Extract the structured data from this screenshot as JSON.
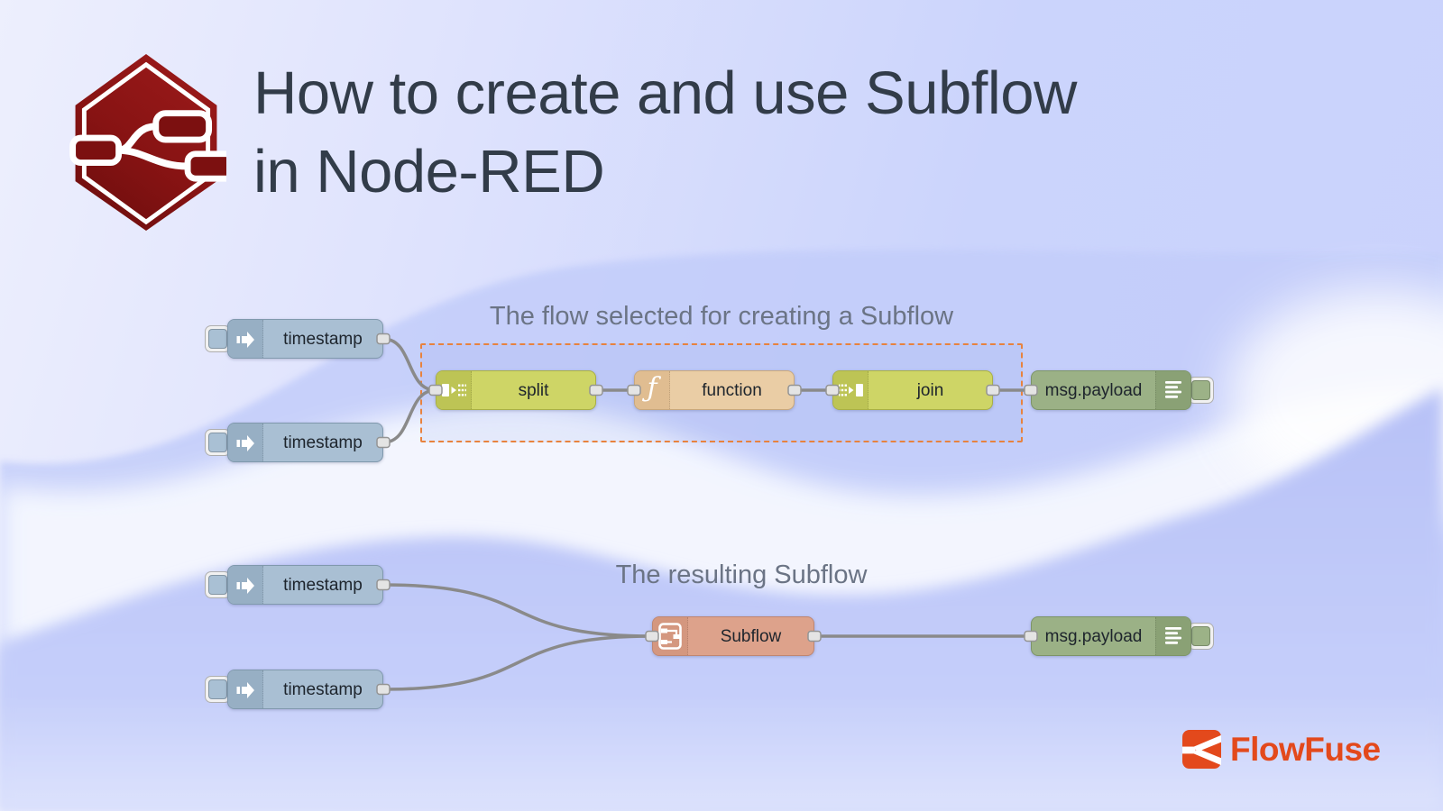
{
  "header": {
    "title_line1": "How to create and use Subflow",
    "title_line2": "in Node-RED"
  },
  "flow1": {
    "heading": "The flow selected for creating a Subflow",
    "labels": {
      "inject1": "timestamp",
      "inject2": "timestamp",
      "split": "split",
      "function": "function",
      "join": "join",
      "debug": "msg.payload"
    }
  },
  "flow2": {
    "heading": "The resulting Subflow",
    "labels": {
      "inject1": "timestamp",
      "inject2": "timestamp",
      "subflow": "Subflow",
      "debug": "msg.payload"
    }
  },
  "footer": {
    "brand": "FlowFuse"
  },
  "icons": {
    "logo": "node-red-hexagon-icon",
    "inject": "arrow-right-icon",
    "split": "split-icon",
    "function": "function-f-icon",
    "join": "join-icon",
    "debug": "list-lines-icon",
    "subflow": "subflow-box-icon",
    "brand": "flowfuse-branch-icon"
  },
  "colors": {
    "inject_node": "#a9bfd3",
    "split_join_node": "#ced566",
    "function_node": "#eacda5",
    "debug_node": "#9bb186",
    "subflow_node": "#dda28b",
    "selection_dash": "#e8823e",
    "wire": "#8a8a8a",
    "title_text": "#323c49",
    "heading_text": "#6b7485",
    "brand_orange": "#e3491c",
    "logo_red": "#8c1414",
    "background_periwinkle": "#c9d2fc"
  }
}
